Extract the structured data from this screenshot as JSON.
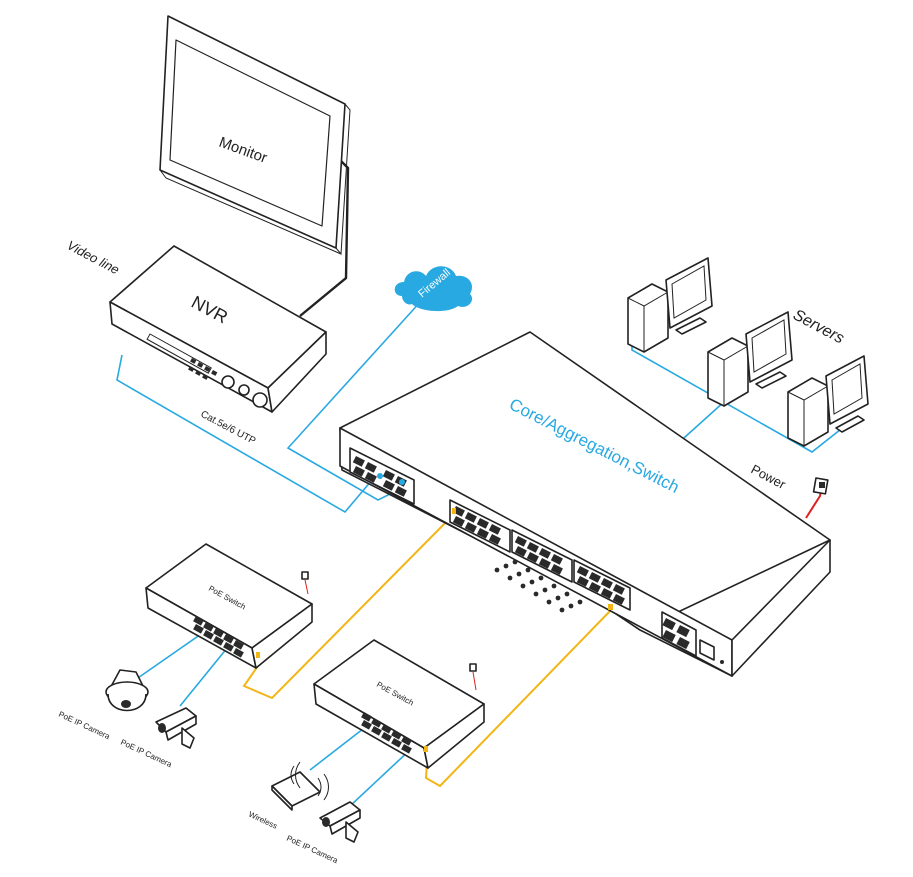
{
  "labels": {
    "monitor": "Monitor",
    "nvr": "NVR",
    "video_line": "Video line",
    "cat_cable": "Cat.5e/6 UTP",
    "firewall": "Firewall",
    "servers": "Servers",
    "core_switch": "Core/Aggregation,Switch",
    "power": "Power",
    "poe_switch_1": "PoE Switch",
    "poe_switch_2": "PoE Switch",
    "camera_1": "PoE IP Camera",
    "camera_2": "PoE IP Camera",
    "wireless": "Wireless",
    "camera_3": "PoE IP Camera"
  },
  "colors": {
    "ethernet_cable": "#29a9e1",
    "uplink_cable": "#f2b515",
    "power_cable": "#e02020",
    "video_cable": "#222222",
    "firewall_cloud": "#29a9e1",
    "core_switch_label": "#29a9e1"
  }
}
